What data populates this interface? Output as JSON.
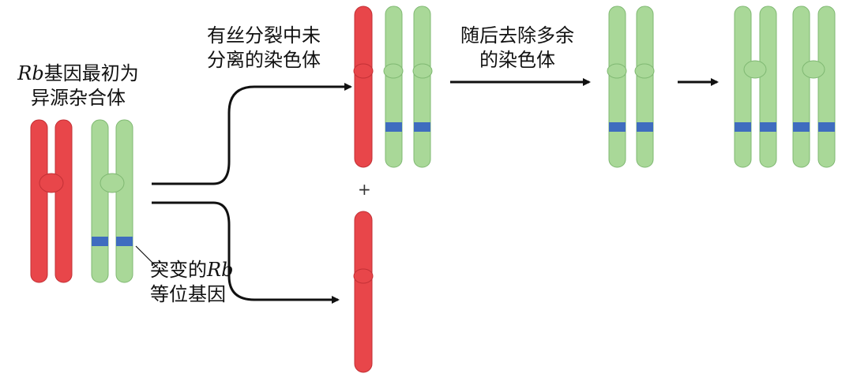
{
  "labels": {
    "initial_italic": "Rb",
    "initial_line1_rest": "基因最初为",
    "initial_line2": "异源杂合体",
    "mutant_line1_prefix": "突变的",
    "mutant_italic": "Rb",
    "mutant_line2": "等位基因",
    "nondisjunction_line1": "有丝分裂中未",
    "nondisjunction_line2": "分离的染色体",
    "removal_line1": "随后去除多余",
    "removal_line2": "的染色体",
    "plus": "+"
  },
  "colors": {
    "red_chromosome": "#e8464a",
    "red_outline": "#c23035",
    "green_chromosome": "#a9d898",
    "green_outline": "#7fb872",
    "mutant_band": "#3f6cbf",
    "arrow": "#111111"
  }
}
